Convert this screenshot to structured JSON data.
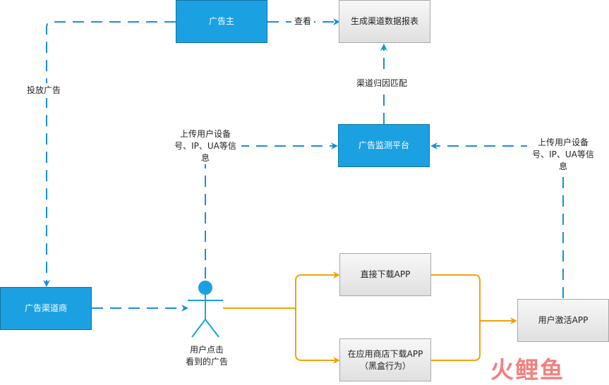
{
  "nodes": {
    "advertiser": "广告主",
    "report": "生成渠道数据报表",
    "monitor": "广告监测平台",
    "channel": "广告渠道商",
    "direct_download": "直接下载APP",
    "store_download_line1": "在应用商店下载APP",
    "store_download_line2": "（黑盒行为）",
    "activate": "用户激活APP"
  },
  "edge_labels": {
    "view": "查看",
    "place_ads": "投放广告",
    "attribution": "渠道归因匹配",
    "upload_left_line1": "上传用户设备",
    "upload_left_line2": "号、IP、UA等信",
    "upload_left_line3": "息",
    "upload_right_line1": "上传用户设备",
    "upload_right_line2": "号、IP、UA等信",
    "upload_right_line3": "息"
  },
  "actor": {
    "caption_line1": "用户点击",
    "caption_line2": "看到的广告"
  },
  "watermark": "火鲤鱼",
  "colors": {
    "blue_box": "#1ba1e2",
    "blue_line": "#1a8fd9",
    "orange_line": "#f0a30a",
    "gray_box": "#ececec"
  }
}
